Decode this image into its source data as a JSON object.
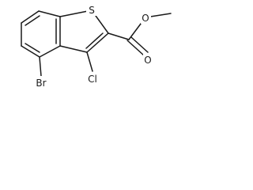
{
  "molecule": {
    "atoms": {
      "sulfur": "S",
      "chlorine": "Cl",
      "bromine": "Br",
      "carbonyl_oxygen": "O",
      "ester_oxygen": "O"
    }
  },
  "colors": {
    "bond": "#1a1a1a",
    "background": "#ffffff"
  }
}
